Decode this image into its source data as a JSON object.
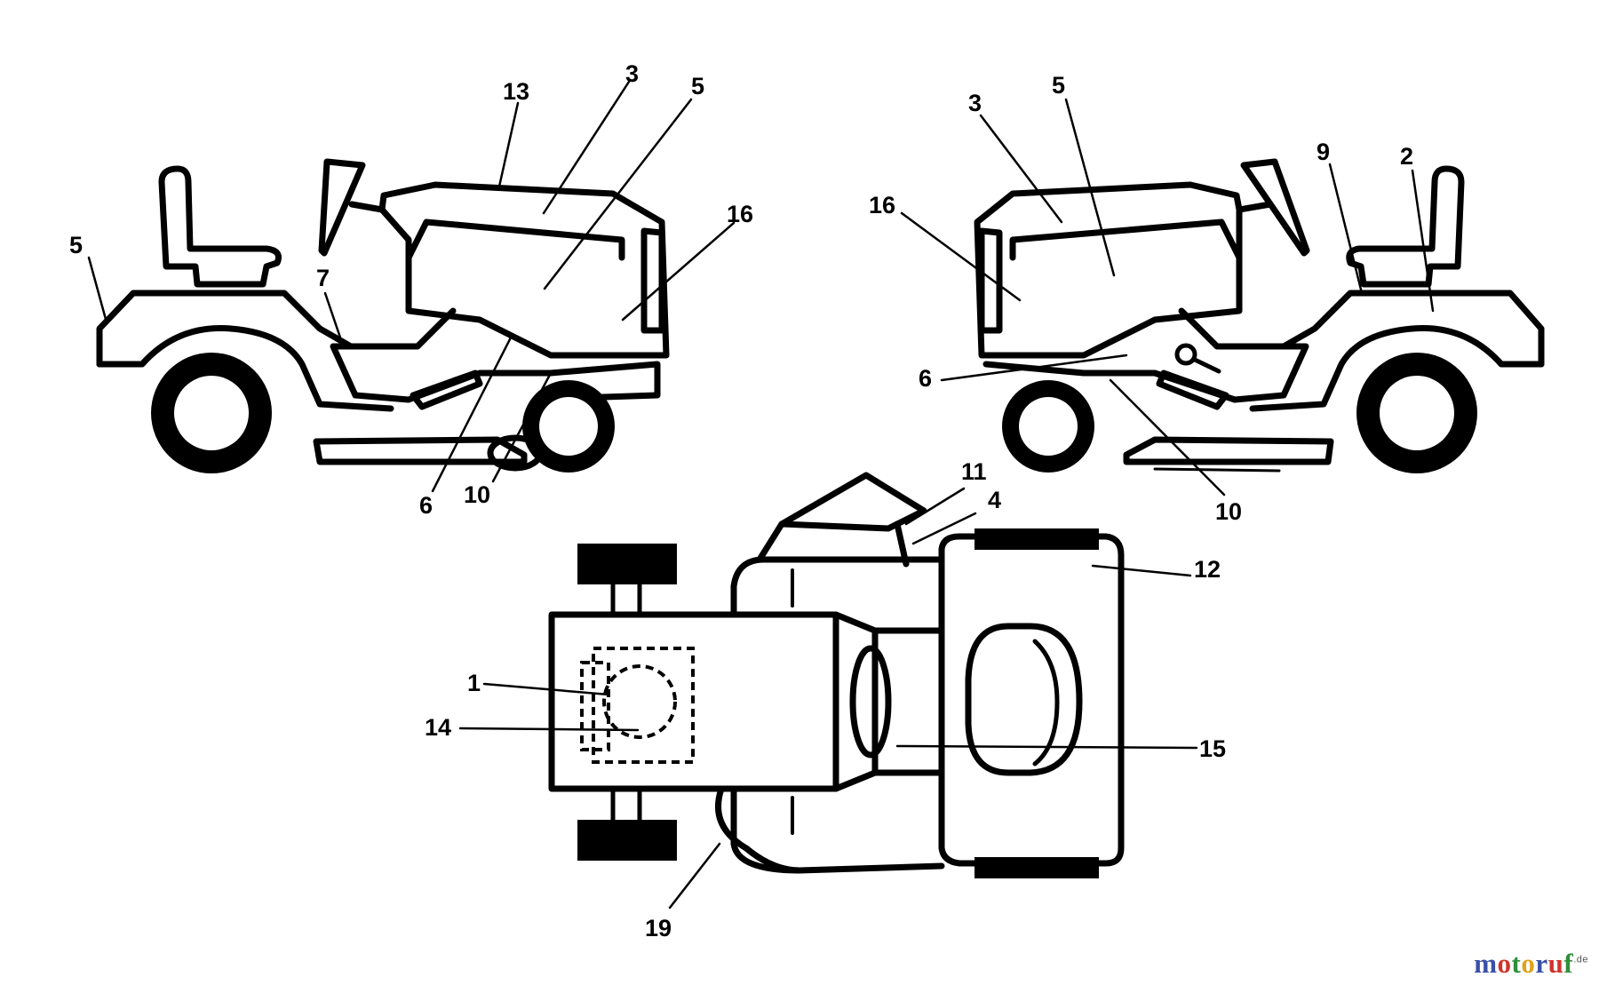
{
  "callouts": {
    "left": {
      "c13": "13",
      "c3": "3",
      "c5a": "5",
      "c16": "16",
      "c5b": "5",
      "c7": "7",
      "c6": "6",
      "c10": "10"
    },
    "right": {
      "c3": "3",
      "c5": "5",
      "c9": "9",
      "c2": "2",
      "c16": "16",
      "c6": "6",
      "c10": "10"
    },
    "top": {
      "c11": "11",
      "c4": "4",
      "c12": "12",
      "c1": "1",
      "c14": "14",
      "c15": "15",
      "c19": "19"
    }
  },
  "watermark": {
    "parts": [
      "m",
      "o",
      "t",
      "o",
      "r",
      "u",
      "f"
    ],
    "colors": [
      "#3a4fa8",
      "#d0342c",
      "#2f8f3a",
      "#e0a21a",
      "#3a4fa8",
      "#d0342c",
      "#2f8f3a"
    ],
    "suffix": ".de"
  }
}
